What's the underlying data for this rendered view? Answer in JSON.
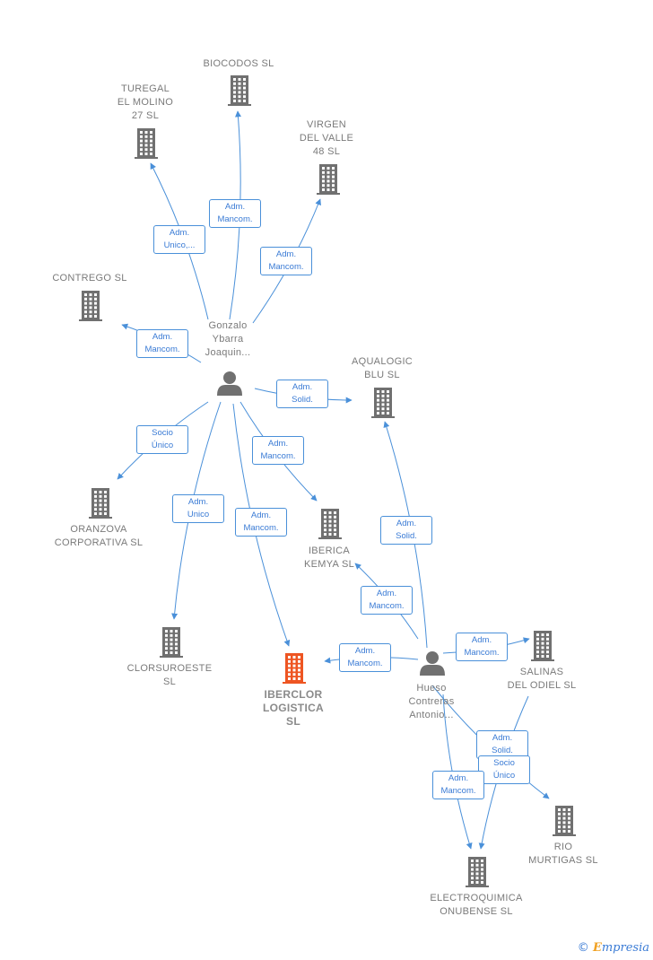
{
  "colors": {
    "company": "#707070",
    "focus_company": "#ee5522",
    "person": "#707070",
    "edge": "#4a90d9",
    "label_text": "#7a7a7a"
  },
  "nodes": [
    {
      "id": "biocodos",
      "type": "company",
      "label": "BIOCODOS SL"
    },
    {
      "id": "turegal",
      "type": "company",
      "label": "TUREGAL\nEL MOLINO\n27  SL"
    },
    {
      "id": "virgen",
      "type": "company",
      "label": "VIRGEN\nDEL VALLE\n48  SL"
    },
    {
      "id": "contrego",
      "type": "company",
      "label": "CONTREGO  SL"
    },
    {
      "id": "gonzalo",
      "type": "person",
      "label": "Gonzalo\nYbarra\nJoaquin..."
    },
    {
      "id": "aqualogic",
      "type": "company",
      "label": "AQUALOGIC\nBLU  SL"
    },
    {
      "id": "oranzova",
      "type": "company",
      "label": "ORANZOVA\nCORPORATIVA SL"
    },
    {
      "id": "iberica",
      "type": "company",
      "label": "IBERICA\nKEMYA  SL"
    },
    {
      "id": "clorsuroeste",
      "type": "company",
      "label": "CLORSUROESTE\nSL"
    },
    {
      "id": "iberclor",
      "type": "company",
      "focus": true,
      "label": "IBERCLOR\nLOGISTICA\nSL"
    },
    {
      "id": "hueso",
      "type": "person",
      "label": "Hueso\nContreras\nAntonio..."
    },
    {
      "id": "salinas",
      "type": "company",
      "label": "SALINAS\nDEL ODIEL SL"
    },
    {
      "id": "rio",
      "type": "company",
      "label": "RIO\nMURTIGAS  SL"
    },
    {
      "id": "electroquimica",
      "type": "company",
      "label": "ELECTROQUIMICA\nONUBENSE  SL"
    }
  ],
  "edges": [
    {
      "from": "gonzalo",
      "to": "biocodos",
      "label": "Adm.\nMancom."
    },
    {
      "from": "gonzalo",
      "to": "turegal",
      "label": "Adm.\nUnico,..."
    },
    {
      "from": "gonzalo",
      "to": "virgen",
      "label": "Adm.\nMancom."
    },
    {
      "from": "gonzalo",
      "to": "contrego",
      "label": "Adm.\nMancom."
    },
    {
      "from": "gonzalo",
      "to": "aqualogic",
      "label": "Adm.\nSolid."
    },
    {
      "from": "gonzalo",
      "to": "oranzova",
      "label": "Socio\nÚnico"
    },
    {
      "from": "gonzalo",
      "to": "iberica",
      "label": "Adm.\nMancom."
    },
    {
      "from": "gonzalo",
      "to": "clorsuroeste",
      "label": "Adm.\nUnico"
    },
    {
      "from": "gonzalo",
      "to": "iberclor",
      "label": "Adm.\nMancom."
    },
    {
      "from": "hueso",
      "to": "aqualogic",
      "label": "Adm.\nSolid."
    },
    {
      "from": "hueso",
      "to": "iberica",
      "label": "Adm.\nMancom."
    },
    {
      "from": "hueso",
      "to": "iberclor",
      "label": "Adm.\nMancom."
    },
    {
      "from": "hueso",
      "to": "salinas",
      "label": "Adm.\nMancom."
    },
    {
      "from": "hueso",
      "to": "rio",
      "label": "Adm.\nSolid."
    },
    {
      "from": "salinas",
      "to": "electroquimica",
      "label": "Socio\nÚnico"
    },
    {
      "from": "hueso",
      "to": "electroquimica",
      "label": "Adm.\nMancom."
    }
  ],
  "watermark": {
    "symbol": "©",
    "brand_initial": "E",
    "brand_rest": "mpresia"
  }
}
